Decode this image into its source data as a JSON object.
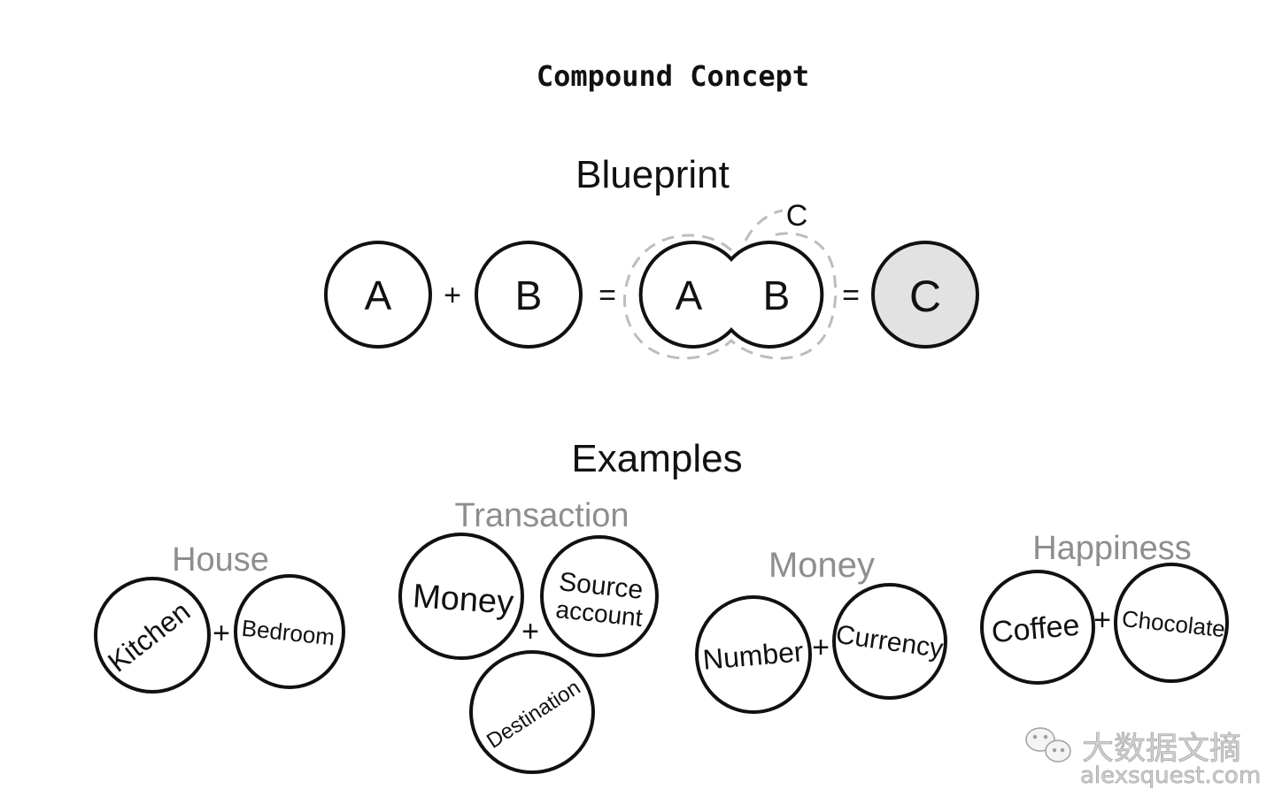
{
  "title": "Compound Concept",
  "blueprint": {
    "heading": "Blueprint",
    "operand_a": "A",
    "operand_b": "B",
    "plus": "+",
    "equals": "=",
    "combined_a": "A",
    "combined_b": "B",
    "group_label": "C",
    "result": "C",
    "result_fill": "#e2e2e2"
  },
  "examples": {
    "heading": "Examples",
    "items": [
      {
        "label": "House",
        "parts": [
          "Kitchen",
          "Bedroom"
        ],
        "plus": "+"
      },
      {
        "label": "Transaction",
        "parts": [
          "Money",
          "Source account",
          "Destination"
        ],
        "part_lines": [
          [
            "Money"
          ],
          [
            "Source",
            "account"
          ],
          [
            "Destination"
          ]
        ],
        "plus": "+"
      },
      {
        "label": "Money",
        "parts": [
          "Number",
          "Currency"
        ],
        "plus": "+"
      },
      {
        "label": "Happiness",
        "parts": [
          "Coffee",
          "Chocolate"
        ],
        "plus": "+"
      }
    ]
  },
  "watermark": {
    "icon": "wechat-icon",
    "text": "大数据文摘",
    "url_text": "alexsquest.com"
  }
}
